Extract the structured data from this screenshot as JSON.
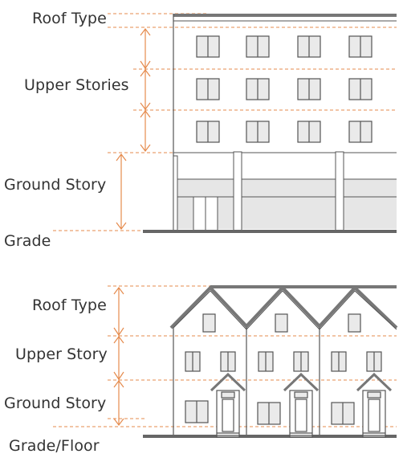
{
  "diagram1": {
    "labels": {
      "roof_type": "Roof Type",
      "upper_stories": "Upper Stories",
      "ground_story": "Ground Story",
      "grade": "Grade"
    }
  },
  "diagram2": {
    "labels": {
      "roof_type": "Roof Type",
      "upper_story": "Upper Story",
      "ground_story": "Ground Story",
      "grade_floor": "Grade/Floor"
    }
  },
  "colors": {
    "accent": "#e58b4d",
    "line": "#555555",
    "ground_band": "#e6e6e6",
    "window_fill": "#eaeaea"
  }
}
